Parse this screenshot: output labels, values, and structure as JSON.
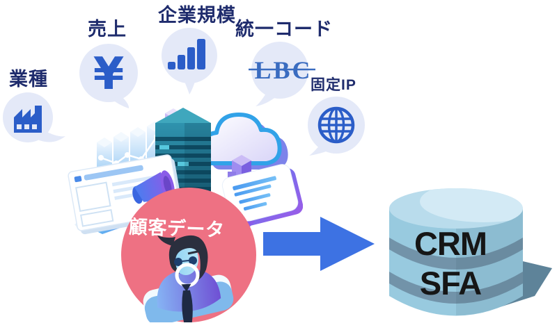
{
  "figure": {
    "bubbles": [
      {
        "label": "業種",
        "icon": "factory-icon"
      },
      {
        "label": "売上",
        "icon": "yen-icon",
        "icon_text": "¥"
      },
      {
        "label": "企業規模",
        "icon": "bar-chart-icon"
      },
      {
        "label": "統一コード",
        "icon": "lbc-code-icon",
        "icon_text": "LBC"
      },
      {
        "label": "固定IP",
        "icon": "globe-icon"
      }
    ],
    "customer_circle": {
      "label": "顧客データ"
    },
    "database": {
      "line1": "CRM",
      "line2": "SFA"
    }
  },
  "colors": {
    "label_text": "#1f2c6d",
    "bubble_fill": "#e4e9f8",
    "icon_blue": "#2b5dc8",
    "lbc_blue": "#3a6cc0",
    "pink_circle": "#ee7183",
    "arrow_blue": "#3d72e3",
    "db_top": "#b9dcec",
    "db_body": "#98cadf",
    "db_band": "#7293a9",
    "db_shadow": "#5e8399",
    "db_text": "#161616"
  }
}
